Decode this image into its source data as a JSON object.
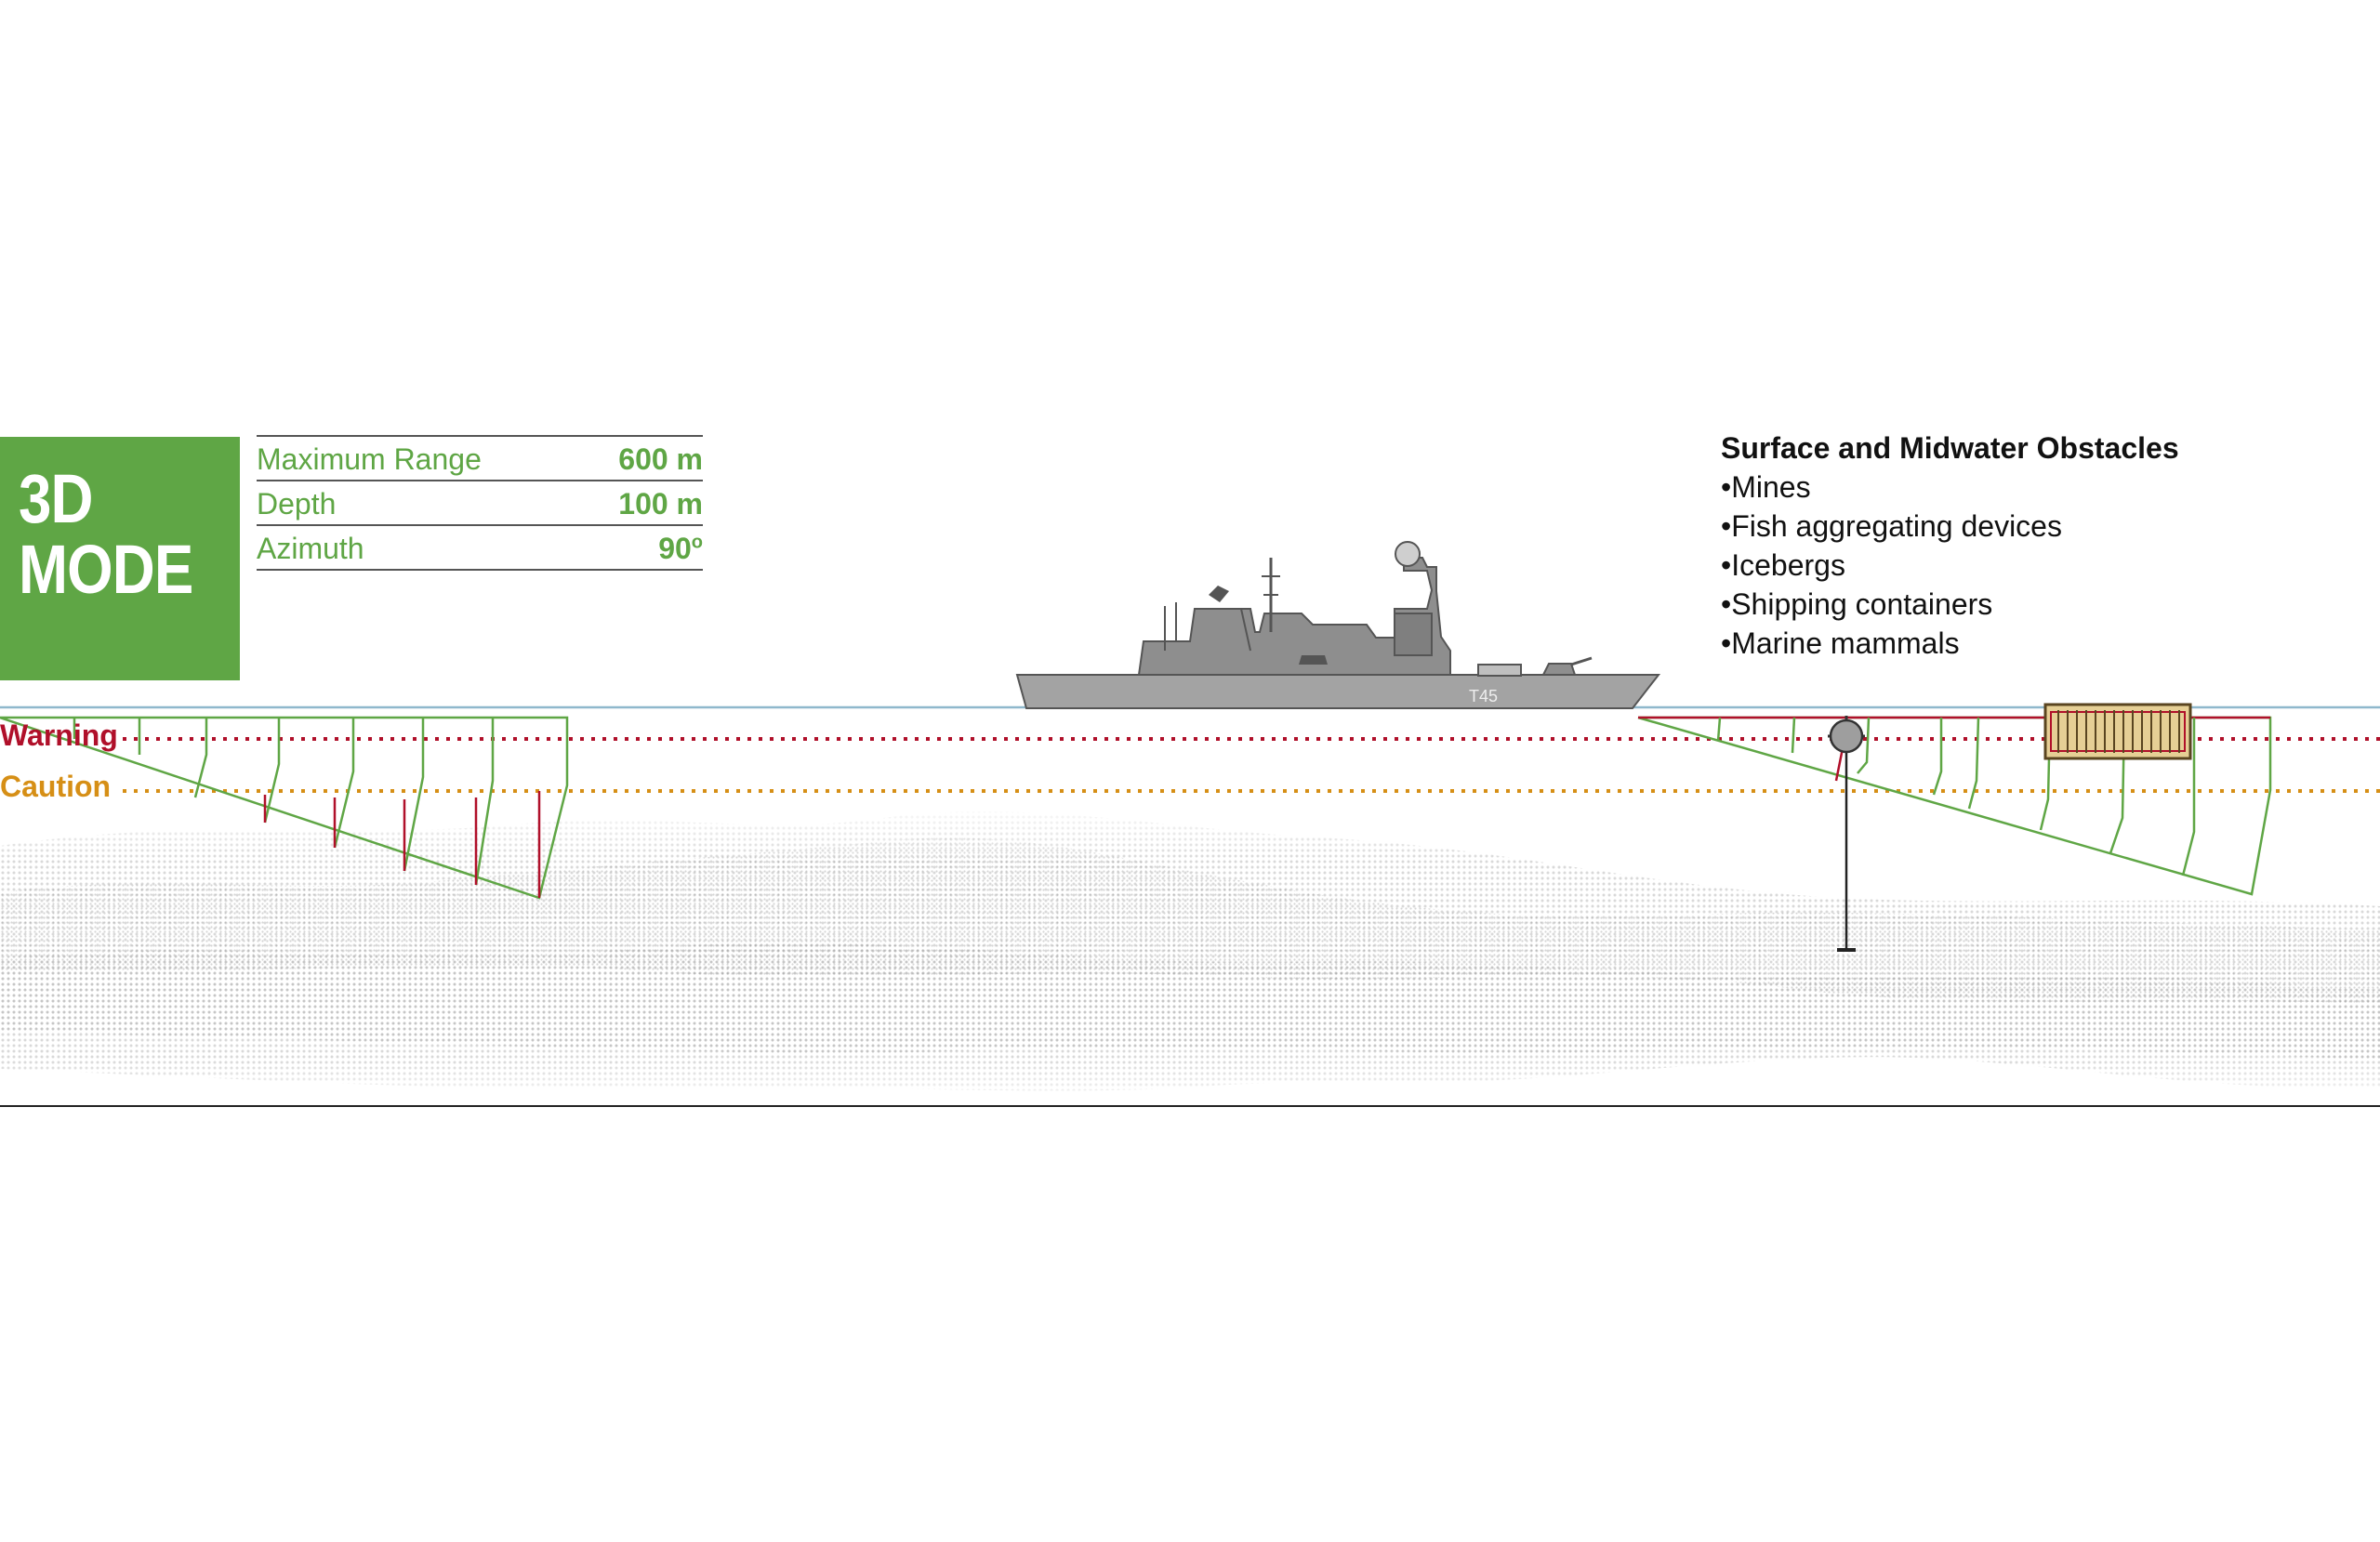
{
  "mode_badge": {
    "line1": "3D",
    "line2": "MODE"
  },
  "specs": [
    {
      "label": "Maximum Range",
      "value": "600 m"
    },
    {
      "label": "Depth",
      "value": "100 m"
    },
    {
      "label": "Azimuth",
      "value": "90",
      "sup": "o"
    }
  ],
  "ship": {
    "hull_label": "T45"
  },
  "zones": {
    "warning": "Warning",
    "caution": "Caution"
  },
  "obstacles": {
    "title": "Surface and Midwater Obstacles",
    "items": [
      "Mines",
      "Fish aggregating devices",
      "Icebergs",
      "Shipping containers",
      "Marine mammals"
    ]
  },
  "colors": {
    "badge": "#5fa645",
    "spec_text": "#5fa645",
    "warning": "#b0102a",
    "caution": "#d68f16",
    "beam_green": "#5fa645",
    "beam_red": "#b0102a",
    "waterline": "#8fb8cc",
    "seabed": "#c9c9c9",
    "ship": "#9a9a9a"
  }
}
